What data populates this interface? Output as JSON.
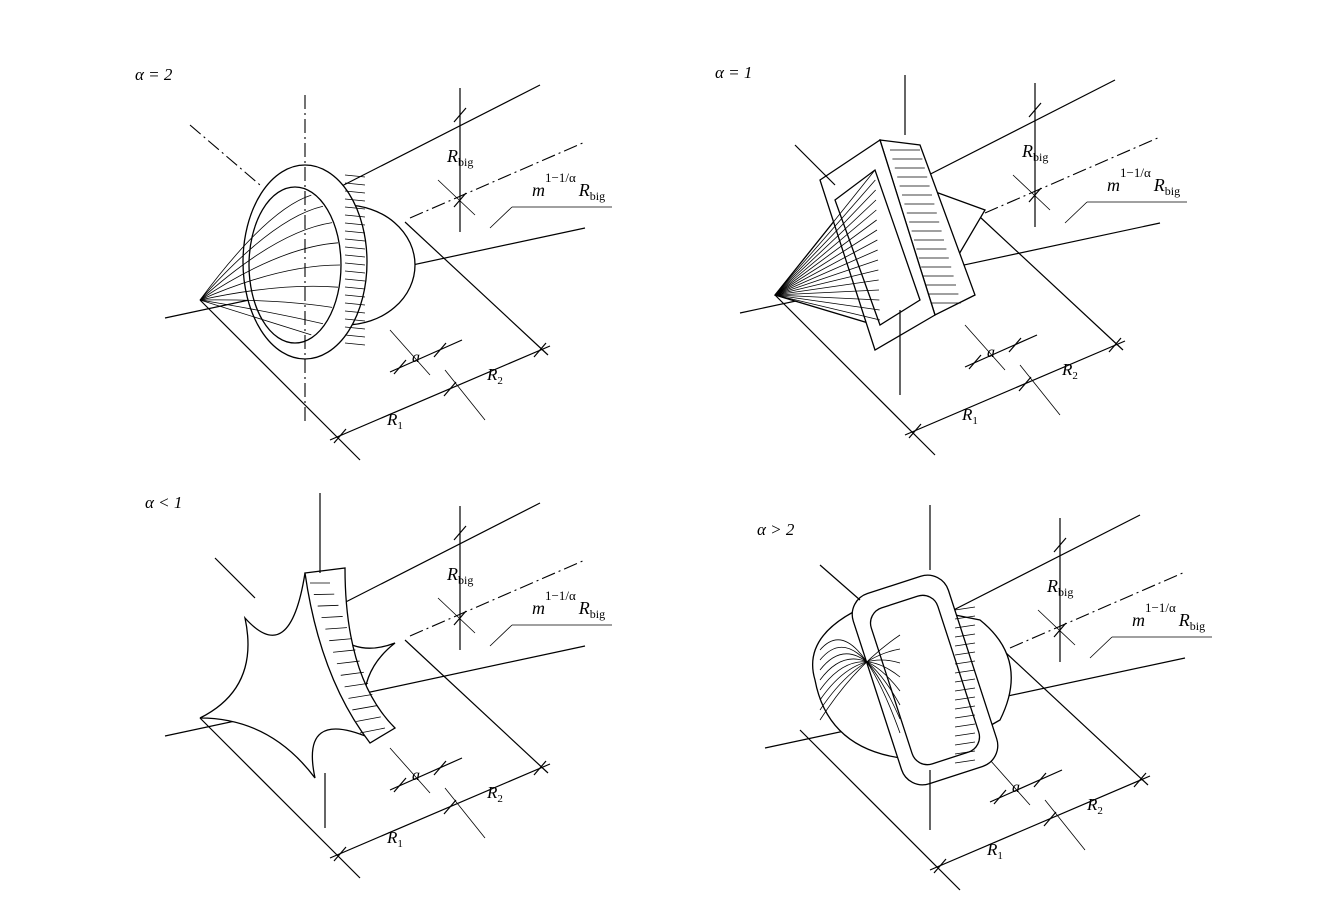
{
  "panels": [
    {
      "title": "α = 2",
      "shape": "ring"
    },
    {
      "title": "α = 1",
      "shape": "diamond"
    },
    {
      "title": "α < 1",
      "shape": "cusp"
    },
    {
      "title": "α > 2",
      "shape": "rounded"
    }
  ],
  "labels": {
    "r_big": "R",
    "big_sub": "big",
    "m": "m",
    "exponent": "1−1/α",
    "a": "a",
    "r": "R",
    "sub_1": "1",
    "sub_2": "2"
  }
}
